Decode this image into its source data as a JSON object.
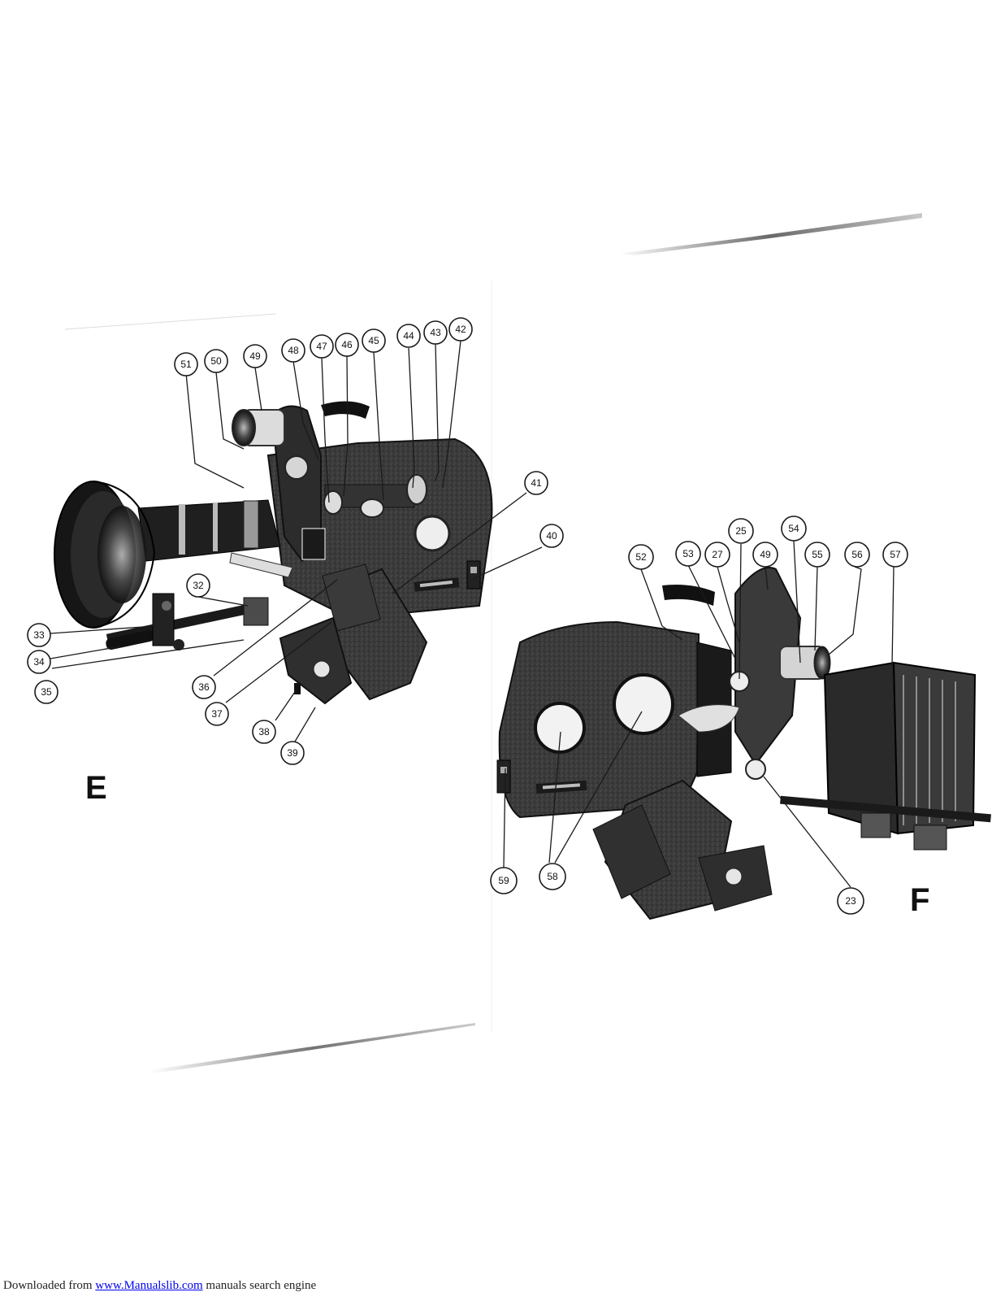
{
  "figure_e": {
    "letter": "E",
    "callouts": [
      "51",
      "50",
      "49",
      "48",
      "47",
      "46",
      "45",
      "44",
      "43",
      "42",
      "41",
      "40",
      "32",
      "33",
      "34",
      "35",
      "36",
      "37",
      "38",
      "39"
    ]
  },
  "figure_f": {
    "letter": "F",
    "callouts": [
      "52",
      "53",
      "27",
      "25",
      "49",
      "54",
      "55",
      "56",
      "57",
      "59",
      "58",
      "23"
    ]
  },
  "footer": {
    "prefix": "Downloaded from ",
    "link_text": "www.Manualslib.com",
    "suffix": " manuals search engine"
  }
}
